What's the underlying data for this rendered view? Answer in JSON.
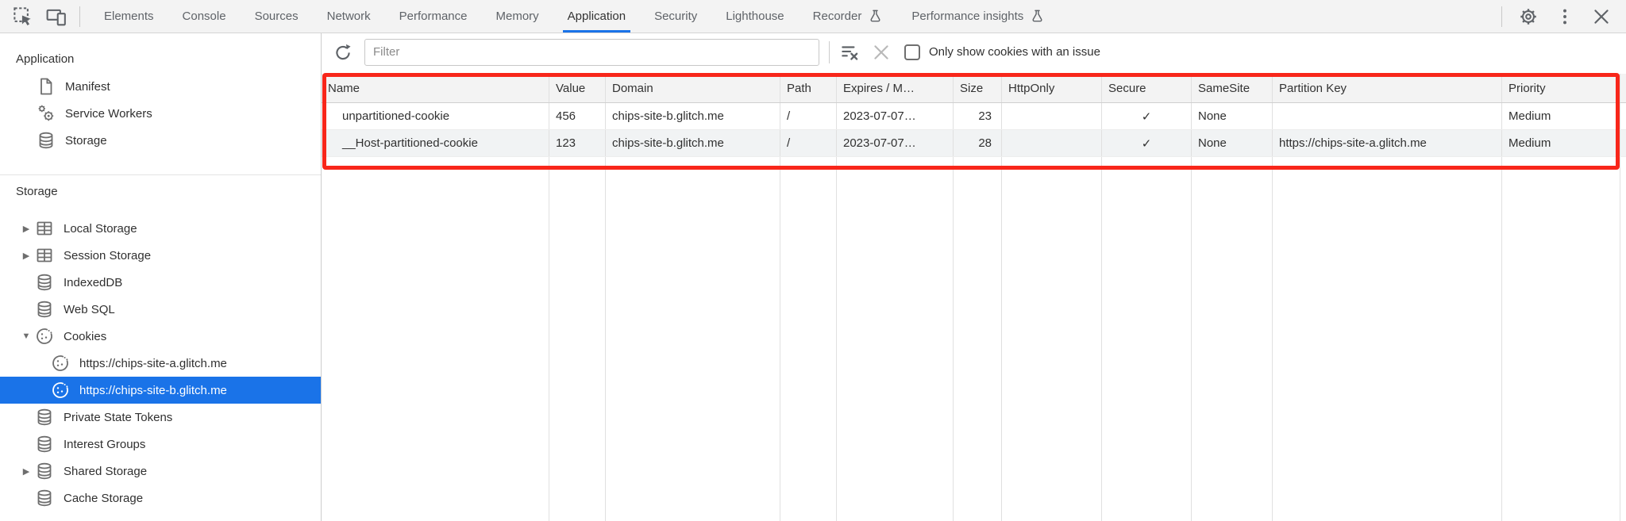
{
  "tabbar": {
    "tabs": [
      {
        "label": "Elements"
      },
      {
        "label": "Console"
      },
      {
        "label": "Sources"
      },
      {
        "label": "Network"
      },
      {
        "label": "Performance"
      },
      {
        "label": "Memory"
      },
      {
        "label": "Application",
        "active": true
      },
      {
        "label": "Security"
      },
      {
        "label": "Lighthouse"
      },
      {
        "label": "Recorder",
        "flask": true
      },
      {
        "label": "Performance insights",
        "flask": true
      }
    ]
  },
  "sidebar": {
    "sections": [
      {
        "title": "Application",
        "items": [
          {
            "label": "Manifest",
            "icon": "document-icon"
          },
          {
            "label": "Service Workers",
            "icon": "gears-icon"
          },
          {
            "label": "Storage",
            "icon": "database-icon"
          }
        ]
      },
      {
        "title": "Storage",
        "items": [
          {
            "label": "Local Storage",
            "icon": "table-icon",
            "arrow": "collapsed"
          },
          {
            "label": "Session Storage",
            "icon": "table-icon",
            "arrow": "collapsed"
          },
          {
            "label": "IndexedDB",
            "icon": "database-icon"
          },
          {
            "label": "Web SQL",
            "icon": "database-icon"
          },
          {
            "label": "Cookies",
            "icon": "cookie-icon",
            "arrow": "expanded"
          },
          {
            "label": "https://chips-site-a.glitch.me",
            "icon": "cookie-icon",
            "level": 2
          },
          {
            "label": "https://chips-site-b.glitch.me",
            "icon": "cookie-icon",
            "level": 2,
            "selected": true
          },
          {
            "label": "Private State Tokens",
            "icon": "database-icon"
          },
          {
            "label": "Interest Groups",
            "icon": "database-icon"
          },
          {
            "label": "Shared Storage",
            "icon": "database-icon",
            "arrow": "collapsed"
          },
          {
            "label": "Cache Storage",
            "icon": "database-icon"
          }
        ]
      }
    ]
  },
  "filterbar": {
    "filter_placeholder": "Filter",
    "filter_value": "",
    "checkbox_label": "Only show cookies with an issue",
    "checkbox_checked": false
  },
  "cookie_table": {
    "columns": [
      "Name",
      "Value",
      "Domain",
      "Path",
      "Expires / M…",
      "Size",
      "HttpOnly",
      "Secure",
      "SameSite",
      "Partition Key",
      "Priority"
    ],
    "rows": [
      [
        "unpartitioned-cookie",
        "456",
        "chips-site-b.glitch.me",
        "/",
        "2023-07-07…",
        "23",
        "",
        "✓",
        "None",
        "",
        "Medium"
      ],
      [
        "__Host-partitioned-cookie",
        "123",
        "chips-site-b.glitch.me",
        "/",
        "2023-07-07…",
        "28",
        "",
        "✓",
        "None",
        "https://chips-site-a.glitch.me",
        "Medium"
      ]
    ]
  },
  "icons": {
    "expand_collapsed": "▶",
    "expand_expanded": "▼"
  },
  "colors": {
    "accent_blue": "#1a73e8",
    "selection_blue": "#1a73e8",
    "annotation_red": "#f8261a",
    "icon_gray": "#5f6368",
    "header_gray": "#f3f3f3",
    "alt_row": "#f1f3f4"
  }
}
